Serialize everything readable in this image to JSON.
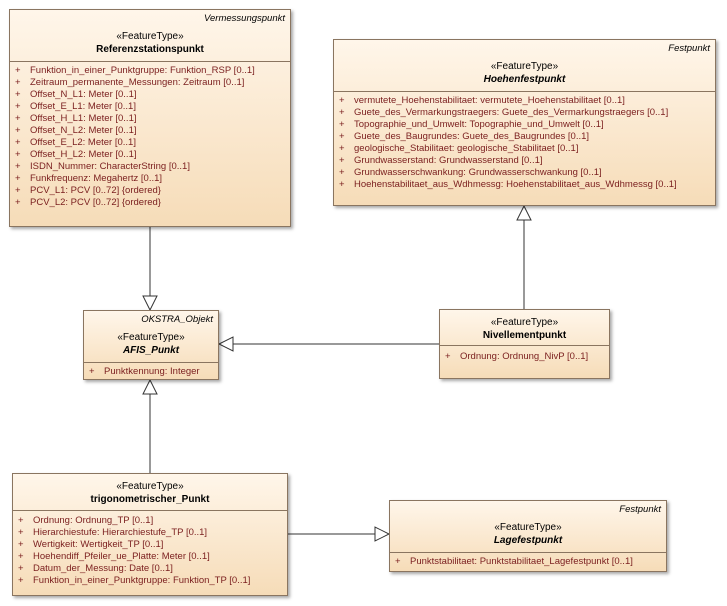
{
  "classes": {
    "referenzstationspunkt": {
      "parent": "Vermessungspunkt",
      "stereotype": "«FeatureType»",
      "name": "Referenzstationspunkt",
      "attributes": [
        {
          "vis": "+",
          "text": "Funktion_in_einer_Punktgruppe: Funktion_RSP [0..1]"
        },
        {
          "vis": "+",
          "text": "Zeitraum_permanente_Messungen: Zeitraum [0..1]"
        },
        {
          "vis": "+",
          "text": "Offset_N_L1: Meter [0..1]"
        },
        {
          "vis": "+",
          "text": "Offset_E_L1: Meter [0..1]"
        },
        {
          "vis": "+",
          "text": "Offset_H_L1: Meter [0..1]"
        },
        {
          "vis": "+",
          "text": "Offset_N_L2: Meter [0..1]"
        },
        {
          "vis": "+",
          "text": "Offset_E_L2: Meter [0..1]"
        },
        {
          "vis": "+",
          "text": "Offset_H_L2: Meter [0..1]"
        },
        {
          "vis": "+",
          "text": "ISDN_Nummer: CharacterString [0..1]"
        },
        {
          "vis": "+",
          "text": "Funkfrequenz: Megahertz [0..1]"
        },
        {
          "vis": "+",
          "text": "PCV_L1: PCV [0..72] {ordered}"
        },
        {
          "vis": "+",
          "text": "PCV_L2: PCV [0..72] {ordered}"
        }
      ]
    },
    "hoehenfestpunkt": {
      "parent": "Festpunkt",
      "stereotype": "«FeatureType»",
      "name": "Hoehenfestpunkt",
      "attributes": [
        {
          "vis": "+",
          "text": "vermutete_Hoehenstabilitaet: vermutete_Hoehenstabilitaet [0..1]"
        },
        {
          "vis": "+",
          "text": "Guete_des_Vermarkungstraegers: Guete_des_Vermarkungstraegers [0..1]"
        },
        {
          "vis": "+",
          "text": "Topographie_und_Umwelt: Topographie_und_Umwelt [0..1]"
        },
        {
          "vis": "+",
          "text": "Guete_des_Baugrundes: Guete_des_Baugrundes [0..1]"
        },
        {
          "vis": "+",
          "text": "geologische_Stabilitaet: geologische_Stabilitaet [0..1]"
        },
        {
          "vis": "+",
          "text": "Grundwasserstand: Grundwasserstand [0..1]"
        },
        {
          "vis": "+",
          "text": "Grundwasserschwankung: Grundwasserschwankung [0..1]"
        },
        {
          "vis": "+",
          "text": "Hoehenstabilitaet_aus_Wdhmessg: Hoehenstabilitaet_aus_Wdhmessg [0..1]"
        }
      ]
    },
    "afis_punkt": {
      "parent": "OKSTRA_Objekt",
      "stereotype": "«FeatureType»",
      "name": "AFIS_Punkt",
      "attributes": [
        {
          "vis": "+",
          "text": "Punktkennung: Integer"
        }
      ]
    },
    "nivellementpunkt": {
      "parent": "",
      "stereotype": "«FeatureType»",
      "name": "Nivellementpunkt",
      "attributes": [
        {
          "vis": "+",
          "text": "Ordnung: Ordnung_NivP [0..1]"
        }
      ]
    },
    "trigonometrischer_punkt": {
      "parent": "",
      "stereotype": "«FeatureType»",
      "name": "trigonometrischer_Punkt",
      "attributes": [
        {
          "vis": "+",
          "text": "Ordnung: Ordnung_TP [0..1]"
        },
        {
          "vis": "+",
          "text": "Hierarchiestufe: Hierarchiestufe_TP [0..1]"
        },
        {
          "vis": "+",
          "text": "Wertigkeit: Wertigkeit_TP [0..1]"
        },
        {
          "vis": "+",
          "text": "Hoehendiff_Pfeiler_ue_Platte: Meter [0..1]"
        },
        {
          "vis": "+",
          "text": "Datum_der_Messung: Date [0..1]"
        },
        {
          "vis": "+",
          "text": "Funktion_in_einer_Punktgruppe: Funktion_TP [0..1]"
        }
      ]
    },
    "lagefestpunkt": {
      "parent": "Festpunkt",
      "stereotype": "«FeatureType»",
      "name": "Lagefestpunkt",
      "attributes": [
        {
          "vis": "+",
          "text": "Punktstabilitaet: Punktstabilitaet_Lagefestpunkt [0..1]"
        }
      ]
    }
  }
}
